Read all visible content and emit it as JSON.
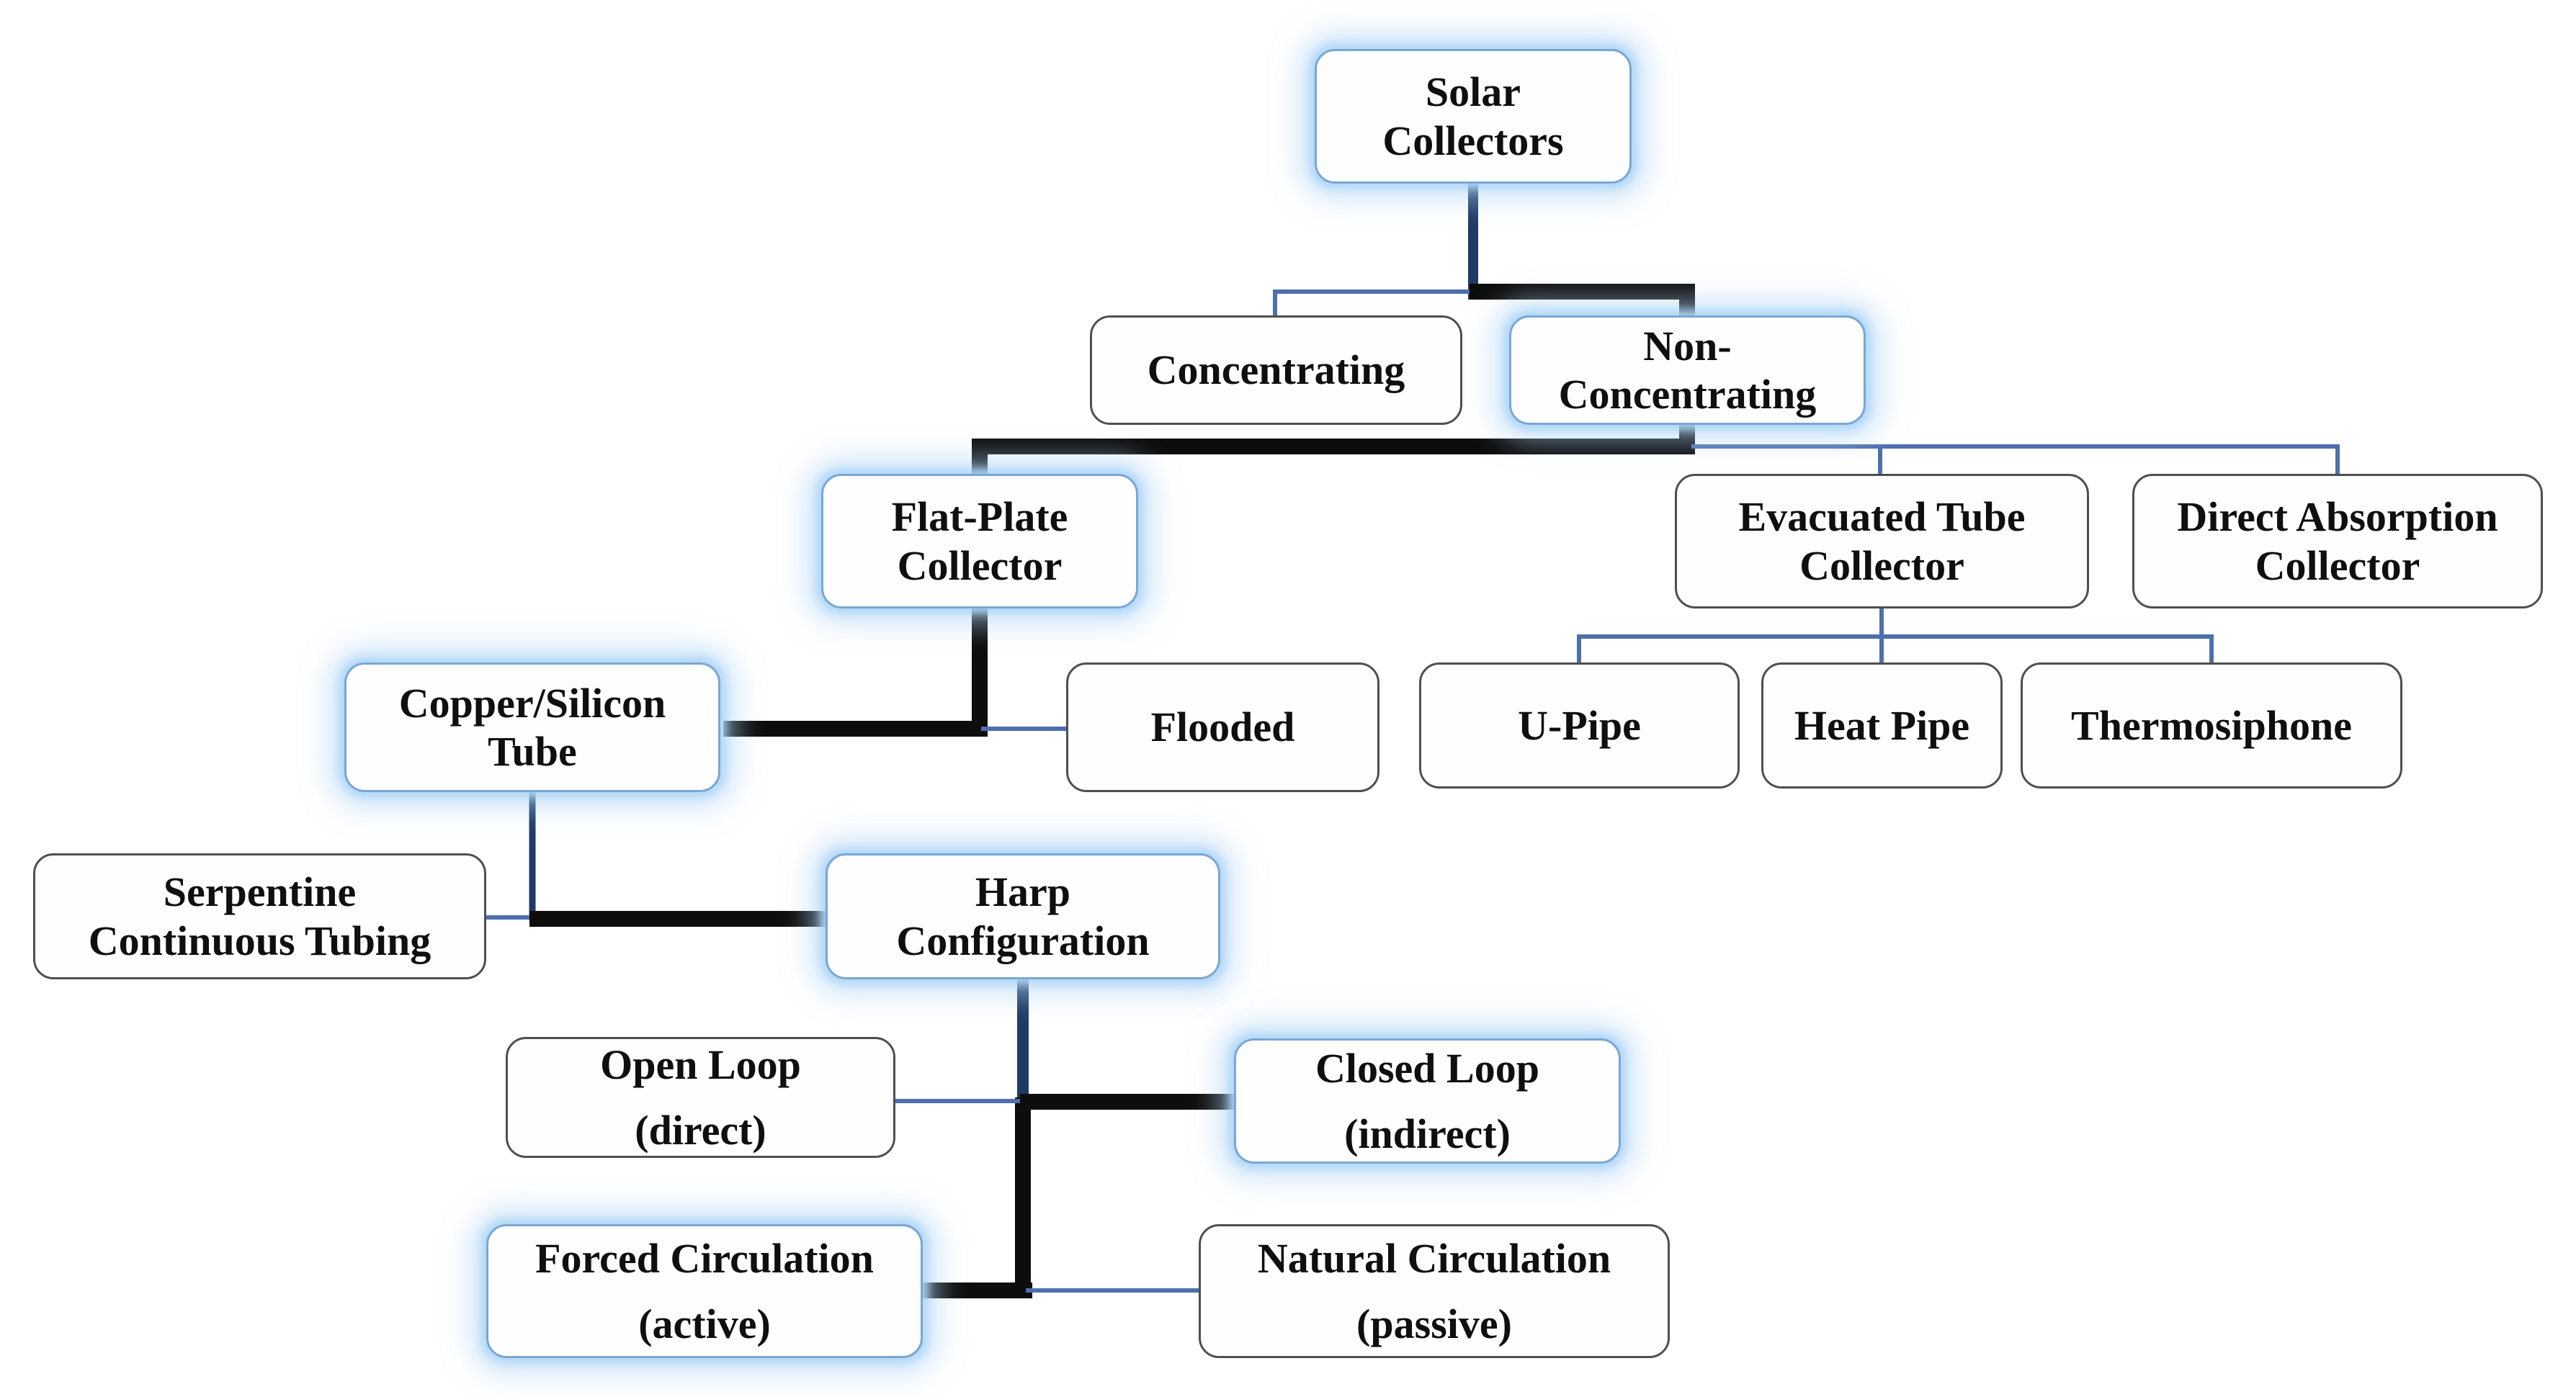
{
  "diagram_title": "Solar Collectors classification flowchart",
  "colors": {
    "thick_line": "#0d0d0d",
    "thin_line": "#4e6fad",
    "stem_line": "#1f3a64",
    "accent_glow": "#aed6f7",
    "node_border": "#4f4f4f",
    "node_border_highlighted": "#79a7d4",
    "node_fill": "#fefefe",
    "text": "#0f0f0f",
    "background": "#ffffff"
  },
  "nodes": {
    "solar": {
      "label": "Solar\nCollectors",
      "highlighted": true
    },
    "concentrating": {
      "label": "Concentrating",
      "highlighted": false
    },
    "nonconc": {
      "label": "Non-\nConcentrating",
      "highlighted": true
    },
    "flatplate": {
      "label": "Flat-Plate\nCollector",
      "highlighted": true
    },
    "evacuated": {
      "label": "Evacuated Tube\nCollector",
      "highlighted": false
    },
    "direct": {
      "label": "Direct Absorption\nCollector",
      "highlighted": false
    },
    "copper": {
      "label": "Copper/Silicon\nTube",
      "highlighted": true
    },
    "flooded": {
      "label": "Flooded",
      "highlighted": false
    },
    "upipe": {
      "label": "U-Pipe",
      "highlighted": false
    },
    "heatpipe": {
      "label": "Heat Pipe",
      "highlighted": false
    },
    "thermosiphone": {
      "label": "Thermosiphone",
      "highlighted": false
    },
    "serpentine": {
      "label": "Serpentine\nContinuous Tubing",
      "highlighted": false
    },
    "harp": {
      "label": "Harp\nConfiguration",
      "highlighted": true
    },
    "openloop": {
      "label": "Open Loop",
      "sublabel": "(direct)",
      "highlighted": false
    },
    "closedloop": {
      "label": "Closed Loop",
      "sublabel": "(indirect)",
      "highlighted": true
    },
    "forced": {
      "label": "Forced Circulation",
      "sublabel": "(active)",
      "highlighted": true
    },
    "natural": {
      "label": "Natural Circulation",
      "sublabel": "(passive)",
      "highlighted": false
    }
  },
  "edges": [
    {
      "from": "solar",
      "to": "concentrating",
      "style": "thin"
    },
    {
      "from": "solar",
      "to": "nonconc",
      "style": "thick"
    },
    {
      "from": "nonconc",
      "to": "flatplate",
      "style": "thick"
    },
    {
      "from": "nonconc",
      "to": "evacuated",
      "style": "thin"
    },
    {
      "from": "nonconc",
      "to": "direct",
      "style": "thin"
    },
    {
      "from": "flatplate",
      "to": "copper",
      "style": "thick"
    },
    {
      "from": "flatplate",
      "to": "flooded",
      "style": "thin"
    },
    {
      "from": "evacuated",
      "to": "upipe",
      "style": "thin"
    },
    {
      "from": "evacuated",
      "to": "heatpipe",
      "style": "thin"
    },
    {
      "from": "evacuated",
      "to": "thermosiphone",
      "style": "thin"
    },
    {
      "from": "copper",
      "to": "serpentine",
      "style": "thin"
    },
    {
      "from": "copper",
      "to": "harp",
      "style": "thick"
    },
    {
      "from": "harp",
      "to": "openloop",
      "style": "thin"
    },
    {
      "from": "harp",
      "to": "closedloop",
      "style": "thick"
    },
    {
      "from": "closedloop",
      "to": "forced",
      "style": "thick"
    },
    {
      "from": "closedloop",
      "to": "natural",
      "style": "thin"
    }
  ]
}
